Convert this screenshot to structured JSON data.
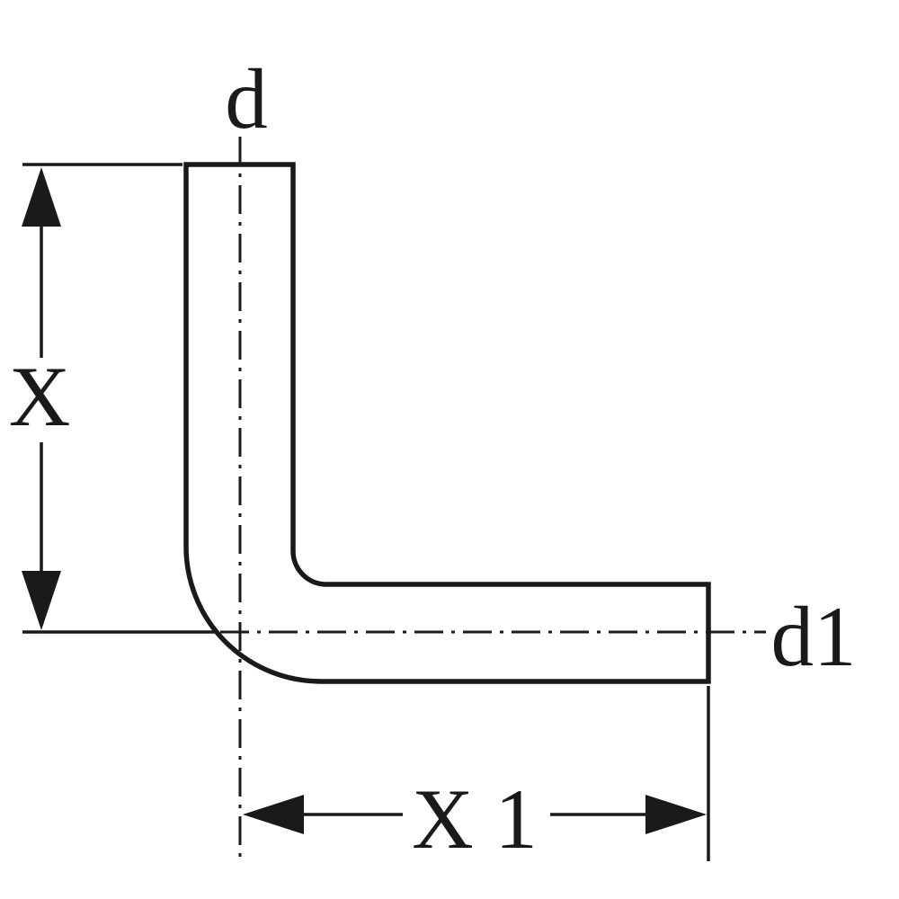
{
  "labels": {
    "d": "d",
    "d1": "d1",
    "x": "X",
    "x1": "X 1"
  },
  "colors": {
    "line": "#1a1a1a",
    "background": "#ffffff"
  }
}
